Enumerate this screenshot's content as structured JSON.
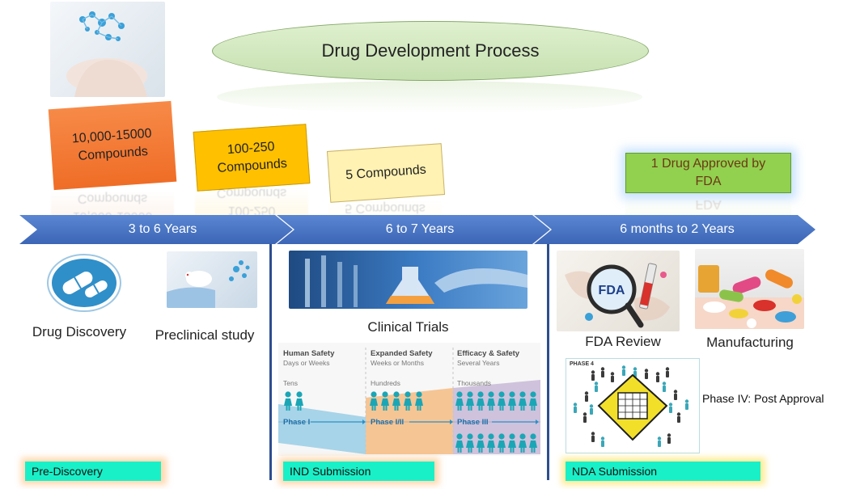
{
  "title": "Drug Development Process",
  "compounds": {
    "box1": "10,000-15000 Compounds",
    "box2": "100-250 Compounds",
    "box3": "5 Compounds",
    "approved": "1 Drug Approved by FDA"
  },
  "timeline": [
    "3 to 6 Years",
    "6 to 7 Years",
    "6 months to 2 Years"
  ],
  "stages": {
    "drug_discovery": "Drug Discovery",
    "preclinical": "Preclinical study",
    "clinical_trials": "Clinical Trials",
    "fda_review": "FDA Review",
    "manufacturing": "Manufacturing",
    "phase4": "Phase IV: Post Approval",
    "phase4_badge": "PHASE 4"
  },
  "trial_phases": [
    {
      "header": "Human Safety",
      "duration": "Days or Weeks",
      "count": "Tens",
      "phase": "Phase I"
    },
    {
      "header": "Expanded Safety",
      "duration": "Weeks or Months",
      "count": "Hundreds",
      "phase": "Phase I/II"
    },
    {
      "header": "Efficacy & Safety",
      "duration": "Several Years",
      "count": "Thousands",
      "phase": "Phase III"
    }
  ],
  "submissions": [
    "Pre-Discovery",
    "IND Submission",
    "NDA Submission"
  ],
  "colors": {
    "arrow": "#4472c4",
    "box1": "#f47b3a",
    "box2": "#ffc000",
    "box3": "#fff2b3",
    "approved": "#92d050",
    "submission": "#19f0c8"
  }
}
